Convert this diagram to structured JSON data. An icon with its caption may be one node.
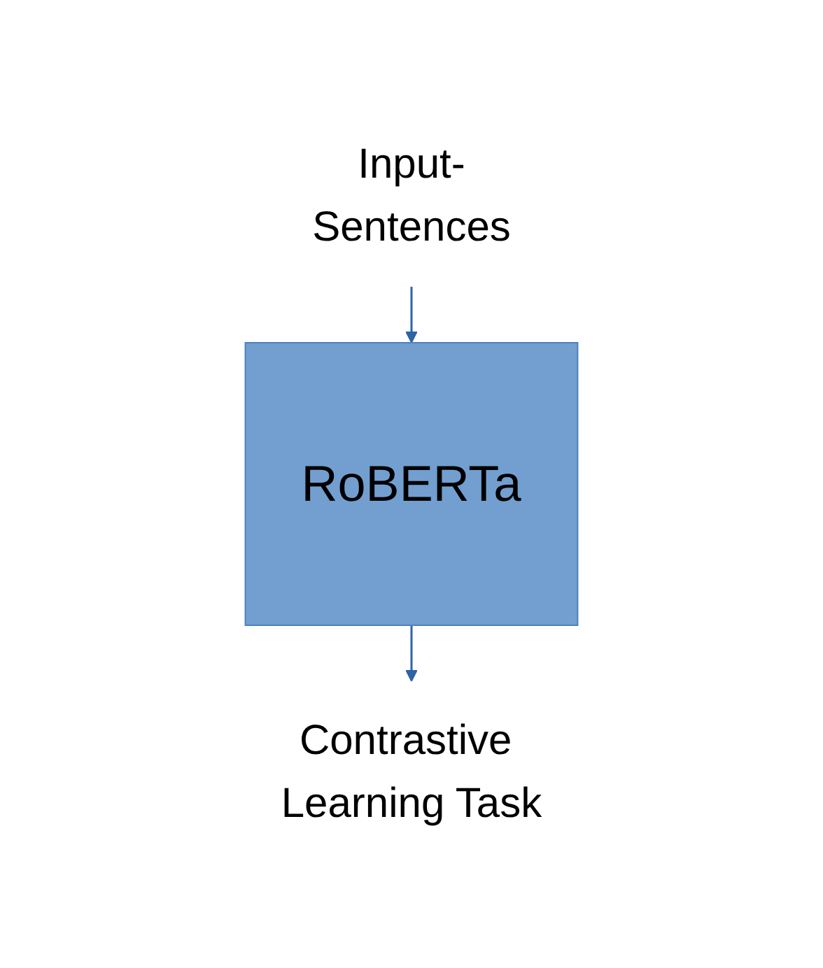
{
  "diagram": {
    "nodes": [
      {
        "text": [
          "Input-Sentences"
        ]
      },
      {
        "text": [
          "RoBERTa"
        ]
      },
      {
        "text": [
          "Contrastive Learning Task"
        ]
      }
    ],
    "edges": [
      {
        "from": 0,
        "to": 1,
        "arrow": "to"
      },
      {
        "from": 1,
        "to": 2,
        "arrow": "to"
      }
    ]
  }
}
